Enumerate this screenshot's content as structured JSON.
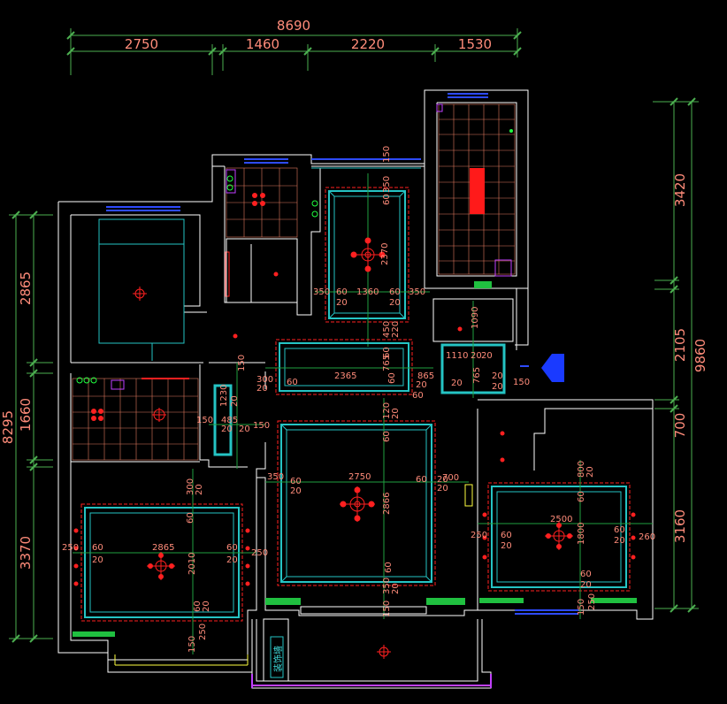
{
  "top_dims": {
    "total": "8690",
    "seg1": "2750",
    "seg2": "1460",
    "seg3": "2220",
    "seg4": "1530"
  },
  "left_dims": {
    "total": "8295",
    "seg1": "2865",
    "seg2": "1660",
    "seg3": "3370"
  },
  "right_dims": {
    "total": "9860",
    "seg1": "3420",
    "seg2": "2105",
    "seg3": "700",
    "seg4": "3160"
  },
  "labels": {
    "r1_150": "150",
    "r1_350": "350",
    "r1_60a": "60",
    "r1_2370": "2370",
    "r1_350b": "350",
    "r1_60b": "60",
    "r1_20b": "20",
    "r1_1360": "1360",
    "r1_60c": "60",
    "r1_20c": "20",
    "r1_350c": "350",
    "r2_450": "450",
    "r2_220": "220",
    "r2_60a": "60",
    "r2_60b": "60",
    "r2_2365": "2365",
    "r2_60c": "60",
    "r2_765": "765",
    "r2_865": "865",
    "r2_20": "20",
    "r2_60d": "60",
    "r3_1090": "1090",
    "r3_1110": "1110",
    "r3_20a": "20",
    "r3_20b": "20",
    "r3_765": "765",
    "r3_20c": "20",
    "r3_20d": "20",
    "r3_150": "150",
    "r3_20e": "20",
    "r4_300": "300",
    "r4_20": "20",
    "r4_150": "150",
    "r4_1230": "1230",
    "r4_20b": "20",
    "r4_150b": "150",
    "r4_485": "485",
    "r4_20c": "20",
    "r4_20d": "20",
    "r4_150c": "150",
    "c_120": "120",
    "c_20": "20",
    "c_60a": "60",
    "c_20b": "20",
    "c_350": "350",
    "c_60b": "60",
    "c_20c": "20",
    "c_2750": "2750",
    "c_60c": "60",
    "c_20d": "20",
    "c_700": "700",
    "c_2866": "2866",
    "c_60d": "60",
    "c_350b": "350",
    "c_20e": "20",
    "c_150": "150",
    "bl_300": "300",
    "bl_20": "20",
    "bl_60a": "60",
    "bl_250": "250",
    "bl_60b": "60",
    "bl_20b": "20",
    "bl_2865": "2865",
    "bl_60c": "60",
    "bl_20c": "20",
    "bl_250b": "250",
    "bl_2010": "2010",
    "bl_60d": "60",
    "bl_20d": "20",
    "bl_250c": "250",
    "bl_150": "150",
    "br_800": "800",
    "br_20": "20",
    "br_60a": "60",
    "br_250": "250",
    "br_60b": "60",
    "br_20b": "20",
    "br_2500": "2500",
    "br_1800": "1800",
    "br_60c": "60",
    "br_20c": "20",
    "br_260": "260",
    "br_60d": "60",
    "br_20d": "20",
    "br_150": "150",
    "br_250b": "250",
    "vertical_box": "装饰墙"
  }
}
